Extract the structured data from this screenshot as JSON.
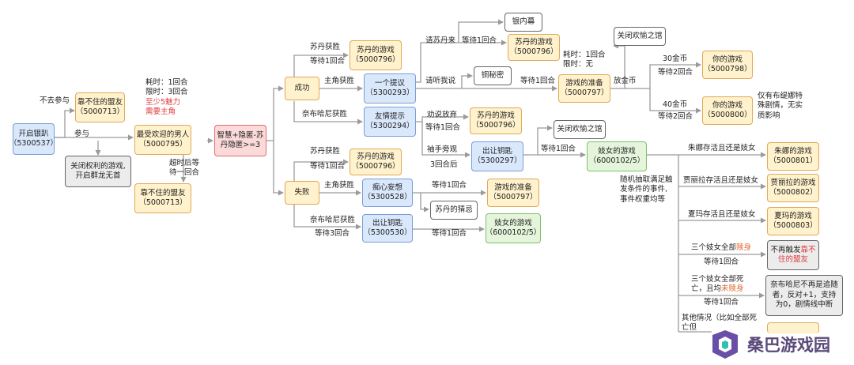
{
  "colors": {
    "blue_fill": "#dae8fc",
    "blue_border": "#7a9cd6",
    "orange_fill": "#fff2cc",
    "orange_border": "#e0a85a",
    "pink_fill": "#fcdada",
    "pink_border": "#e06b6b",
    "green_fill": "#e4f5dc",
    "green_border": "#7cc16a",
    "highlight_red": "#e0383c",
    "highlight_orange": "#e0672a",
    "edge": "#9a9a9a"
  },
  "nodes": {
    "start": {
      "title": "开启银趴",
      "id": "（5300537）"
    },
    "unreliable_ally_1": {
      "title": "靠不住的盟友",
      "id": "（5000713）"
    },
    "close_game": {
      "line1": "关闭权利的游戏,",
      "line2": "开启群龙无首"
    },
    "popular_man": {
      "title": "最受欢迎的男人",
      "id": "（5000795）"
    },
    "unreliable_ally_2": {
      "title": "靠不住的盟友",
      "id": "（5000713）"
    },
    "check": {
      "line1": "智慧+隐匿-苏",
      "line2": "丹隐匿>=3"
    },
    "success": {
      "title": "成功"
    },
    "fail": {
      "title": "失败"
    },
    "susan_game_a": {
      "title": "苏丹的游戏",
      "id": "（5000796）"
    },
    "proposal": {
      "title": "一个提议",
      "id": "（5300293）"
    },
    "hint": {
      "title": "友情提示",
      "id": "（5300294）"
    },
    "silver_secret": {
      "title": "银内幕"
    },
    "susan_game_b": {
      "title": "苏丹的游戏",
      "id": "（5000796）"
    },
    "copper_secret": {
      "title": "铜秘密"
    },
    "game_prep_a": {
      "title": "游戏的准备",
      "id": "（5000797）"
    },
    "close_pleasure_a": {
      "title": "关闭欢愉之馆"
    },
    "your_game_a": {
      "title": "你的游戏",
      "id": "（5000798）"
    },
    "your_game_b": {
      "title": "你的游戏",
      "id": "（5000800）"
    },
    "susan_game_c": {
      "title": "苏丹的游戏",
      "id": "（5000796）"
    },
    "close_pleasure_b": {
      "title": "关闭欢愉之馆"
    },
    "give_key_a": {
      "title": "出让钥匙",
      "id": "（5300297）"
    },
    "prostitute_game_a": {
      "title": "妓女的游戏",
      "id": "（6000102/5）"
    },
    "susan_game_d": {
      "title": "苏丹的游戏",
      "id": "（5000796）"
    },
    "delusion": {
      "title": "痴心妄想",
      "id": "（5300528）"
    },
    "game_prep_b": {
      "title": "游戏的准备",
      "id": "（5000797）"
    },
    "susan_guess": {
      "title": "苏丹的猜忌"
    },
    "give_key_b": {
      "title": "出让钥匙",
      "id": "（5300530）"
    },
    "prostitute_game_b": {
      "title": "妓女的游戏",
      "id": "（6000102/5）"
    },
    "zhuna_game": {
      "title": "朱娜的游戏",
      "id": "（5000801）"
    },
    "jiali_game": {
      "title": "贾丽拉的游戏",
      "id": "（5000802）"
    },
    "xiama_game": {
      "title": "夏玛的游戏",
      "id": "（5000803）"
    },
    "no_trigger": {
      "part1": "不再触发",
      "part2": "靠不",
      "part3": "住的盟友"
    },
    "nabhani_end": {
      "line1": "奈布哈尼不再是追随",
      "line2": "者，反对+1，支持",
      "line3": "为0，剧情线中断"
    }
  },
  "labels": {
    "no_join": "不去参与",
    "join": "参与",
    "cost_1": "耗时：1回合",
    "limit_3": "限时：3回合",
    "charm_req": "至少5魅力",
    "lead_req": "需要主角",
    "timeout_1": "超时后等",
    "timeout_2": "待一回合",
    "susan_win_1": "苏丹获胜",
    "wait1_a": "等待1回合",
    "hero_win_1": "主角获胜",
    "nabhani_win_1": "奈布哈尼获胜",
    "invite_susan": "请苏丹来",
    "wait1_b": "等待1回合",
    "listen_me": "请听我说",
    "wait1_c": "等待1回合",
    "cost_1b": "耗时：1回合",
    "limit_none": "限时：无",
    "give_gold": "放金币",
    "gold_30": "30金币",
    "wait2_a": "等待2回合",
    "gold_40": "40金币",
    "wait2_b": "等待2回合",
    "only_1": "仅有布缇娜特",
    "only_2": "殊剧情，无实",
    "only_3": "质影响",
    "persuade": "劝说放弃",
    "wait1_d": "等待1回合",
    "watch": "袖手旁观",
    "after3": "3回合后",
    "wait1_e": "等待1回合",
    "susan_win_2": "苏丹获胜",
    "wait1_f": "等待1回合",
    "hero_win_2": "主角获胜",
    "wait1_g": "等待1回合",
    "nabhani_win_2": "奈布哈尼获胜",
    "wait3": "等待3回合",
    "wait1_h": "等待1回合",
    "random_1": "随机抽取满足触",
    "random_2": "发条件的事件,",
    "random_3": "事件权重均等",
    "zhuna_alive": "朱娜存活且还是妓女",
    "jiali_alive": "贾丽拉存活且还是妓女",
    "xiama_alive": "夏玛存活且还是妓女",
    "three_sold_a": "三个妓女全部",
    "three_sold_b": "赎身",
    "wait1_i": "等待1回合",
    "three_dead_1": "三个妓女全部死",
    "three_dead_2a": "亡，且均",
    "three_dead_2b": "未赎身",
    "wait1_j": "等待1回合",
    "other_1": "其他情况（比如全部死",
    "other_2": "亡但"
  },
  "watermark": {
    "text": "桑巴游戏园",
    "icon": "sangba-logo-icon"
  }
}
